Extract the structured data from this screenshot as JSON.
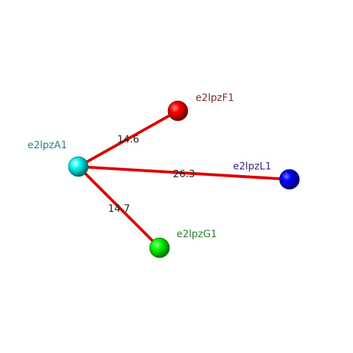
{
  "nodes": [
    {
      "id": "A1",
      "label": "e2lpzA1",
      "color": "#00ffff",
      "label_color": "#2f7f7f"
    },
    {
      "id": "F1",
      "label": "e2lpzF1",
      "color": "#ff0000",
      "label_color": "#7f2f2f"
    },
    {
      "id": "L1",
      "label": "e2lpzL1",
      "color": "#0000ff",
      "label_color": "#2f2f7f"
    },
    {
      "id": "G1",
      "label": "e2lpzG1",
      "color": "#00ff00",
      "label_color": "#2f7f2f"
    }
  ],
  "edges": [
    {
      "from": "A1",
      "to": "F1",
      "label": "14.6"
    },
    {
      "from": "A1",
      "to": "L1",
      "label": "26.3"
    },
    {
      "from": "A1",
      "to": "G1",
      "label": "14.7"
    }
  ],
  "edge_color": "#dd0000"
}
